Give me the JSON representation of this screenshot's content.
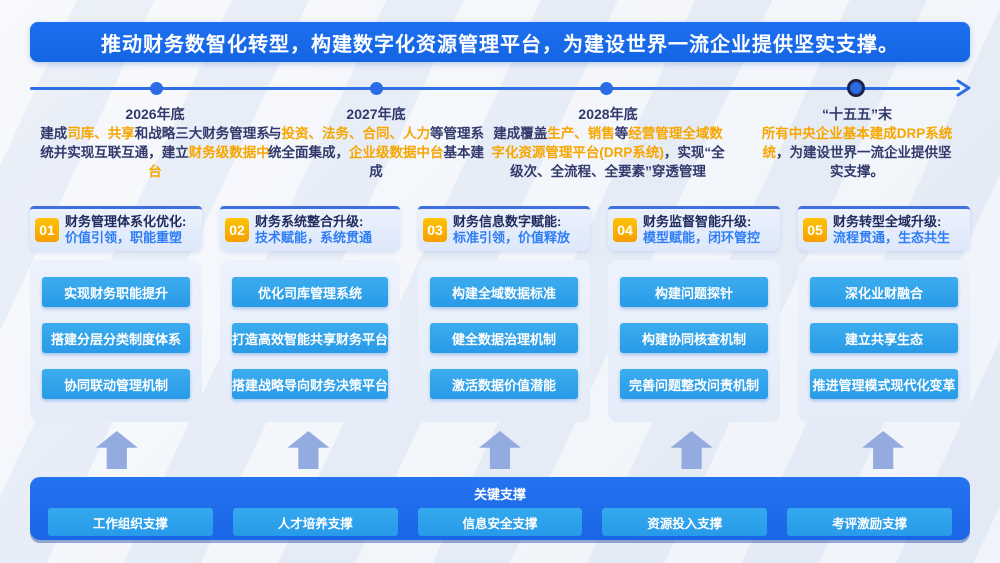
{
  "banner": {
    "title": "推动财务数智化转型，构建数字化资源管理平台，为建设世界一流企业提供坚实支撑。"
  },
  "timeline": {
    "milestones": [
      {
        "title": "2026年底",
        "segments": [
          {
            "text": "建成",
            "highlight": false
          },
          {
            "text": "司库、共享",
            "highlight": true
          },
          {
            "text": "和战略三大财务管理系统并实现互联互通，建立",
            "highlight": false
          },
          {
            "text": "财务级数据中台",
            "highlight": true
          }
        ]
      },
      {
        "title": "2027年底",
        "segments": [
          {
            "text": "与",
            "highlight": false
          },
          {
            "text": "投资、法务、合同、人力",
            "highlight": true
          },
          {
            "text": "等管理系统全面集成，",
            "highlight": false
          },
          {
            "text": "企业级数据中台",
            "highlight": true
          },
          {
            "text": "基本建成",
            "highlight": false
          }
        ]
      },
      {
        "title": "2028年底",
        "segments": [
          {
            "text": "建成覆盖",
            "highlight": false
          },
          {
            "text": "生产、销售",
            "highlight": true
          },
          {
            "text": "等",
            "highlight": false
          },
          {
            "text": "经营管理全域数字化资源管理平台(DRP系统)",
            "highlight": true
          },
          {
            "text": "，实现“全级次、全流程、全要素”穿透管理",
            "highlight": false
          }
        ]
      },
      {
        "title": "“十五五”末",
        "segments": [
          {
            "text": "所有中央企业基本建成DRP系统统",
            "highlight": true
          },
          {
            "text": "，为建设世界一流企业提供坚实支撑。",
            "highlight": false
          }
        ]
      }
    ]
  },
  "columns": [
    {
      "number": "01",
      "title": "财务管理体系化优化:",
      "subtitle": "价值引领，职能重塑",
      "items": [
        "实现财务职能提升",
        "搭建分层分类制度体系",
        "协同联动管理机制"
      ]
    },
    {
      "number": "02",
      "title": "财务系统整合升级:",
      "subtitle": "技术赋能，系统贯通",
      "items": [
        "优化司库管理系统",
        "打造高效智能共享财务平台",
        "搭建战略导向财务决策平台"
      ]
    },
    {
      "number": "03",
      "title": "财务信息数字赋能:",
      "subtitle": "标准引领，价值释放",
      "items": [
        "构建全域数据标准",
        "健全数据治理机制",
        "激活数据价值潜能"
      ]
    },
    {
      "number": "04",
      "title": "财务监督智能升级:",
      "subtitle": "模型赋能，闭环管控",
      "items": [
        "构建问题探针",
        "构建协同核查机制",
        "完善问题整改问责机制"
      ]
    },
    {
      "number": "05",
      "title": "财务转型全域升级:",
      "subtitle": "流程贯通，生态共生",
      "items": [
        "深化业财融合",
        "建立共享生态",
        "推进管理模式现代化变革"
      ]
    }
  ],
  "support": {
    "title": "关键支撑",
    "items": [
      "工作组织支撑",
      "人才培养支撑",
      "信息安全支撑",
      "资源投入支撑",
      "考评激励支撑"
    ]
  },
  "colors": {
    "banner_blue": "#1668e8",
    "timeline_blue": "#2e6fe3",
    "navy_text": "#323a6b",
    "highlight_orange": "#f7a600",
    "badge_orange": "#f9a80a",
    "subtitle_blue": "#2f7ef5",
    "button_blue": "#2ba2eb",
    "panel_bg": "#e9effb",
    "arrow_blue": "#93abdf",
    "support_bar_blue": "#1b6ceb"
  }
}
